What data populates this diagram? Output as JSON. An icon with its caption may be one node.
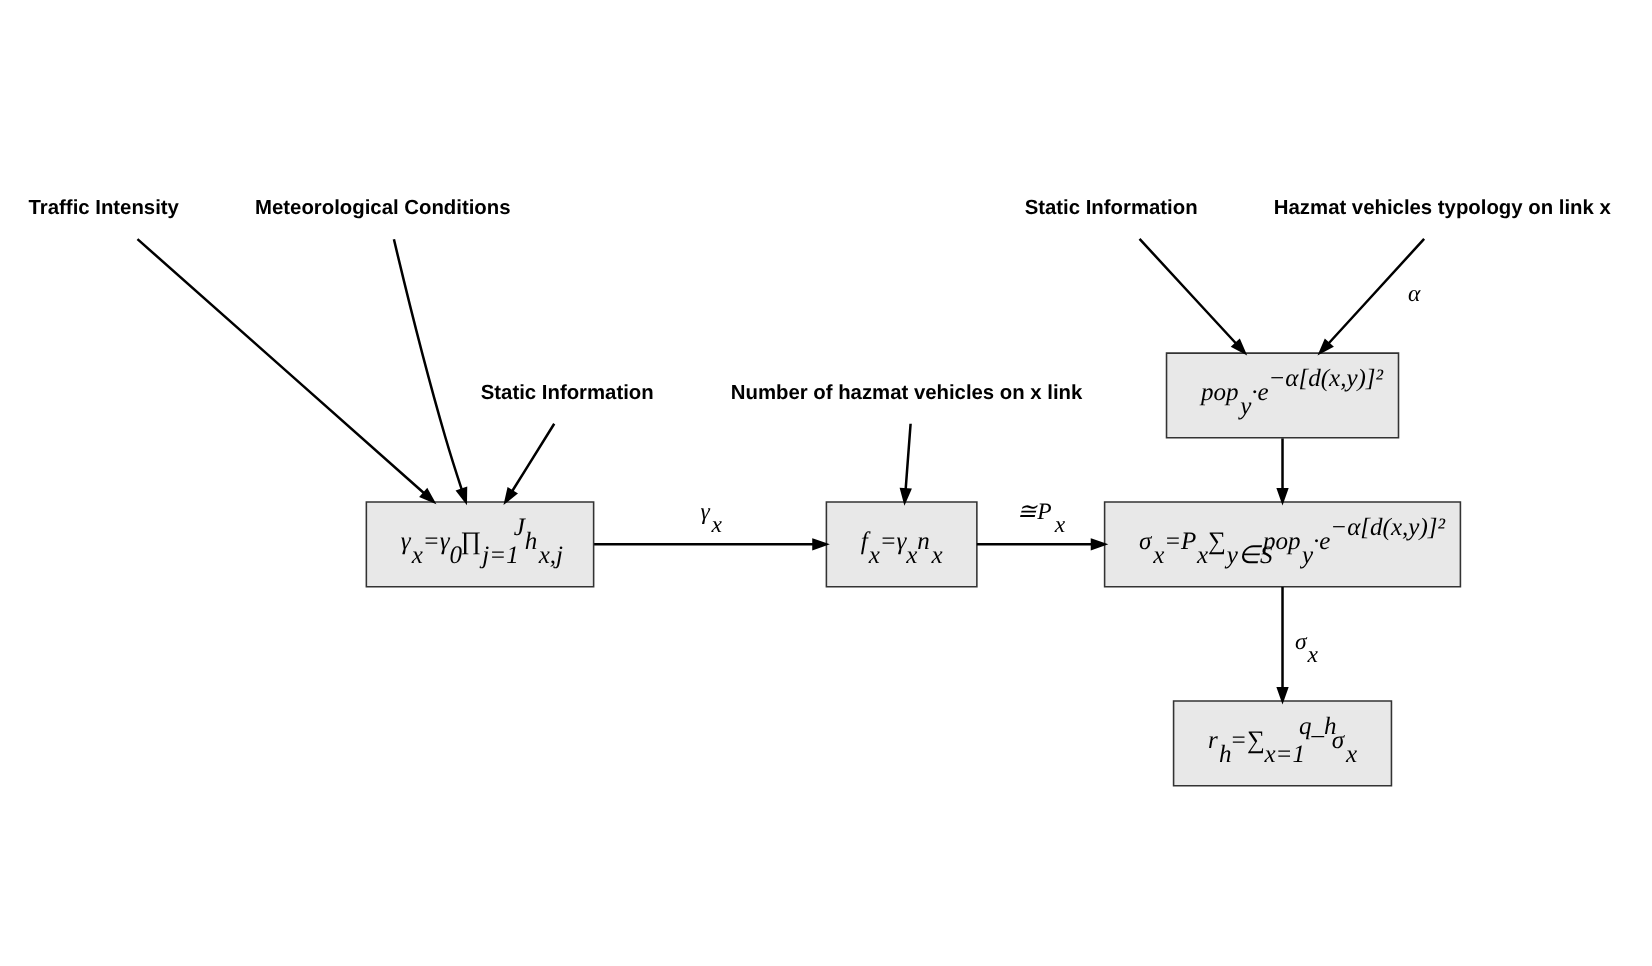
{
  "diagram": {
    "nodes": [
      {
        "text": [
          "Static Information"
        ]
      },
      {
        "text": [
          "Hazmat vehicles typology on link x"
        ]
      },
      {
        "text": [
          "Traffic Intensity"
        ]
      },
      {
        "text": [
          "Meteorological Conditions"
        ]
      },
      {
        "text": [
          "Number of hazmat vehicles on x link"
        ]
      },
      {
        "text": [
          "pop$_{y}$·e$^{−α[d(x,y)]²}$"
        ]
      },
      {
        "text": [
          "γ$_{x}$=γ$_{0}$∏$_{j=1}$$^{J}$h$_{x,j}$"
        ]
      },
      {
        "text": [
          "f$_{x}$=γ$_{x}$n$_{x}$"
        ]
      },
      {
        "text": [
          "σ$_{x}$=P$_{x}$∑$_{y∈S}$pop$_{y}$·e$^{−α[d(x,y)]²}$"
        ]
      },
      {
        "text": [
          "Static Information"
        ]
      },
      {
        "text": [
          "r$_{h}$=∑$_{x=1}$$^{q_h}$σ$_{x}$"
        ]
      }
    ],
    "edges": [
      {
        "from": 3,
        "to": 6,
        "arrow": "to"
      },
      {
        "from": 2,
        "to": 6,
        "arrow": "to"
      },
      {
        "from": 9,
        "to": 6,
        "arrow": "to"
      },
      {
        "from": 6,
        "to": 7,
        "label": "γ$_{x}$",
        "arrow": "to"
      },
      {
        "from": 4,
        "to": 7,
        "arrow": "to"
      },
      {
        "from": 0,
        "to": 5,
        "arrow": "to"
      },
      {
        "from": 1,
        "to": 5,
        "label": "α",
        "arrow": "to"
      },
      {
        "from": 7,
        "to": 8,
        "label": "≅P$_{x}$",
        "arrow": "to"
      },
      {
        "from": 5,
        "to": 8,
        "arrow": "to"
      },
      {
        "from": 8,
        "to": 10,
        "label": "σ$_{x}$",
        "arrow": "to"
      }
    ]
  }
}
